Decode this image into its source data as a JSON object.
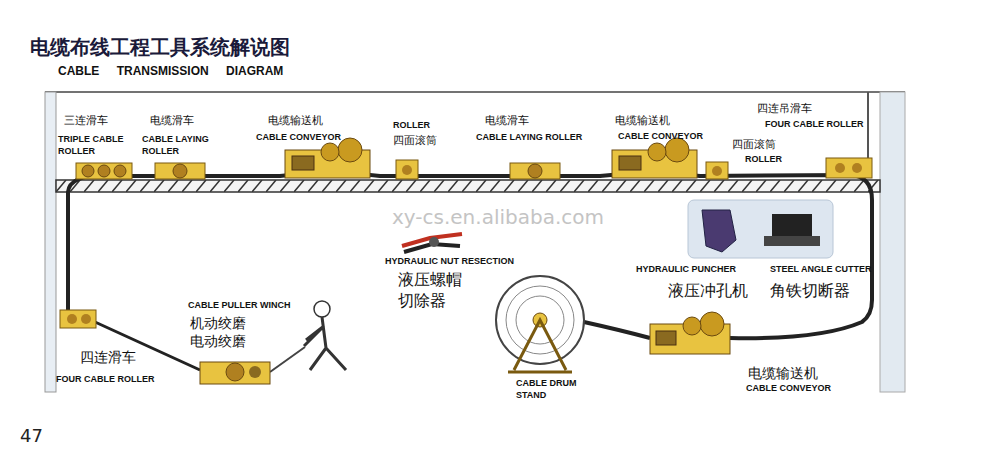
{
  "diagram": {
    "title": "电缆布线工程工具系统解说图",
    "labels": [
      "CABLE TRANSMISSION DIAGRAM",
      "三连滑车",
      "TRIPLE CABLE ROLLER",
      "电缆滑车",
      "CABLE LAYING ROLLER",
      "电缆输送机",
      "CABLE CONVEYOR",
      "ROLLER",
      "四面滚筒",
      "电缆滑车",
      "CABLE LAYING ROLLER",
      "电缆输送机",
      "CABLE CONVEYOR",
      "四连吊滑车",
      "FOUR CABLE ROLLER",
      "四面滚筒",
      "ROLLER",
      "HYDRAULIC NUT RESECTION",
      "液压螺帽切除器",
      "HYDRAULIC PUNCHER",
      "液压冲孔机",
      "STEEL ANGLE CUTTER",
      "角铁切断器",
      "CABLE PULLER WINCH",
      "机动绞磨",
      "电动绞磨",
      "四连滑车",
      "FOUR CABLE ROLLER",
      "CABLE DRUM STAND",
      "电缆输送机",
      "CABLE CONVEYOR",
      "47",
      "xy-cs.en.alibaba.com"
    ]
  }
}
